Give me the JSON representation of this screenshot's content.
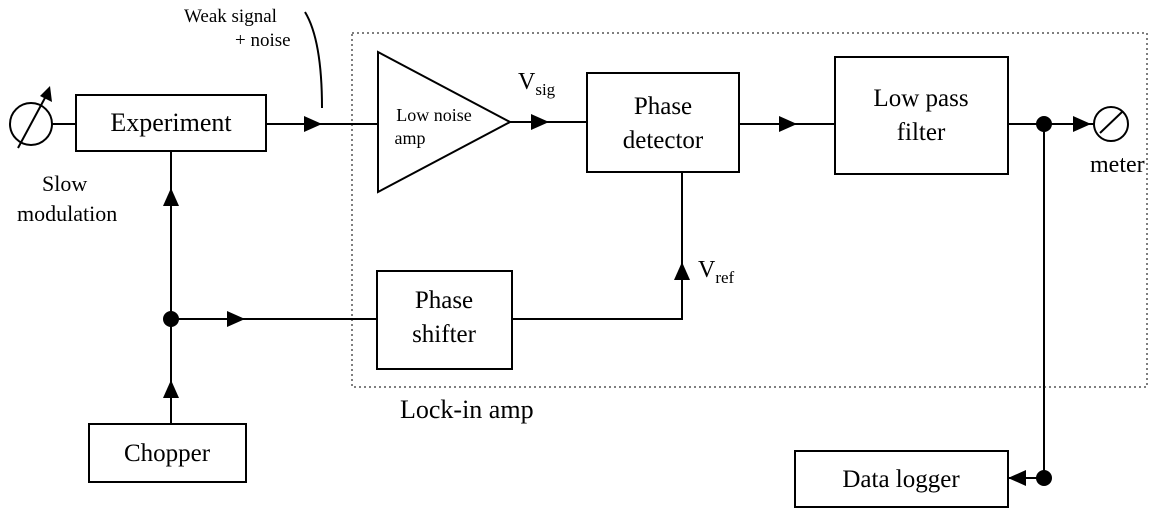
{
  "diagram": {
    "labels": {
      "weak_signal_line1": "Weak signal",
      "weak_signal_line2": "+ noise",
      "slow_line1": "Slow",
      "slow_line2": "modulation",
      "meter": "meter",
      "lockin": "Lock-in amp",
      "vsig_main": "V",
      "vsig_sub": "sig",
      "vref_main": "V",
      "vref_sub": "ref"
    },
    "boxes": {
      "experiment": "Experiment",
      "amp_line1": "Low noise",
      "amp_line2": "amp",
      "phase_detector_line1": "Phase",
      "phase_detector_line2": "detector",
      "low_pass_line1": "Low pass",
      "low_pass_line2": "filter",
      "phase_shifter_line1": "Phase",
      "phase_shifter_line2": "shifter",
      "chopper": "Chopper",
      "data_logger": "Data logger"
    }
  }
}
